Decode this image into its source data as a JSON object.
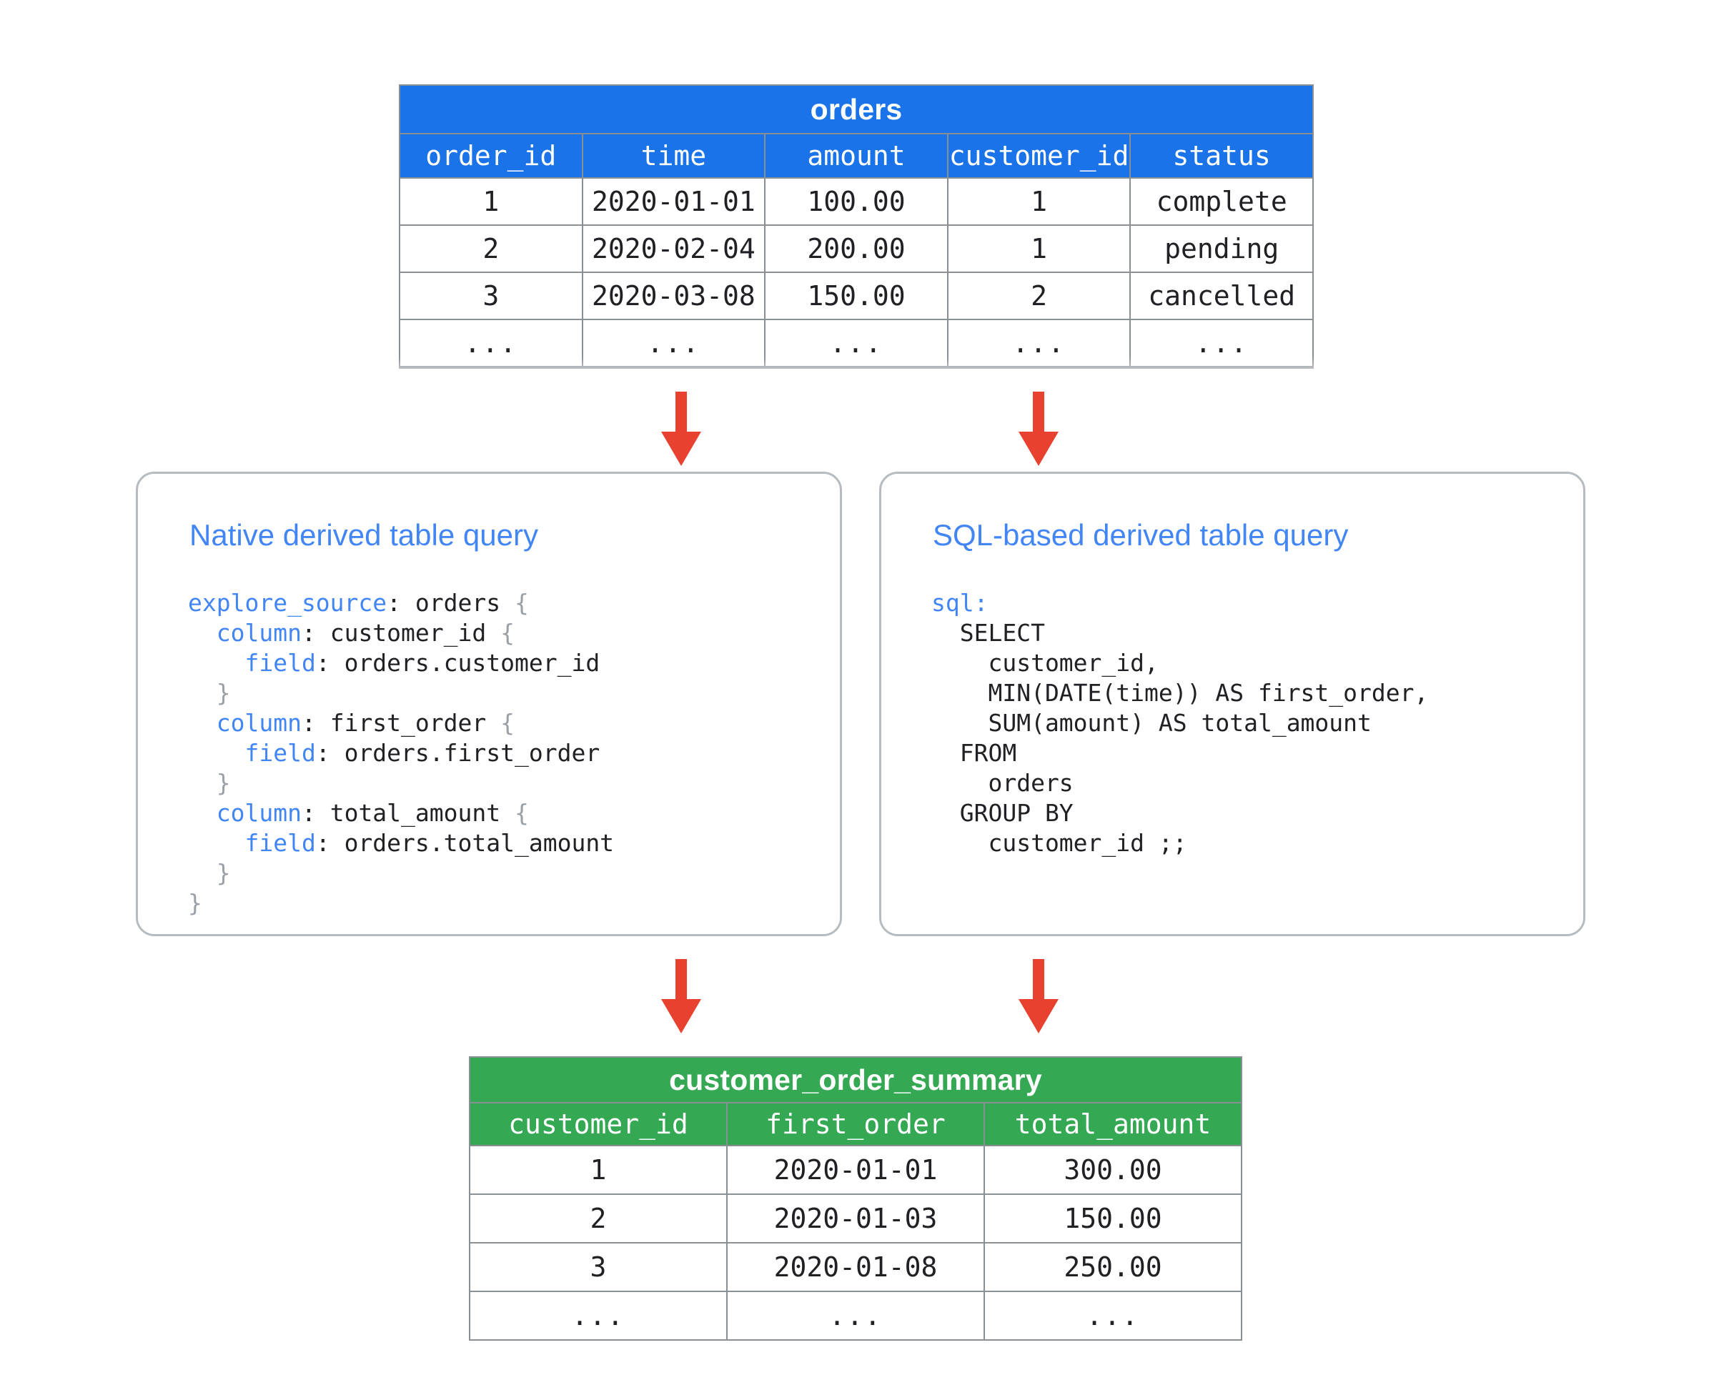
{
  "diagram": {
    "title_semantic": "looker-derived-table-flow",
    "colors": {
      "source_table_header": "#1a73e8",
      "result_table_header": "#34a853",
      "arrow": "#e8412f",
      "panel_title": "#4285f4",
      "panel_border": "#b6bbbf",
      "code_keyword": "#4285f4",
      "code_text": "#202124",
      "table_border": "#8a8f94"
    }
  },
  "source_table": {
    "title": "orders",
    "columns": [
      "order_id",
      "time",
      "amount",
      "customer_id",
      "status"
    ],
    "rows": [
      [
        "1",
        "2020-01-01",
        "100.00",
        "1",
        "complete"
      ],
      [
        "2",
        "2020-02-04",
        "200.00",
        "1",
        "pending"
      ],
      [
        "3",
        "2020-03-08",
        "150.00",
        "2",
        "cancelled"
      ],
      [
        "...",
        "...",
        "...",
        "...",
        "..."
      ],
      [
        "",
        "",
        "",
        "",
        ""
      ]
    ]
  },
  "result_table": {
    "title": "customer_order_summary",
    "columns": [
      "customer_id",
      "first_order",
      "total_amount"
    ],
    "rows": [
      [
        "1",
        "2020-01-01",
        "300.00"
      ],
      [
        "2",
        "2020-01-03",
        "150.00"
      ],
      [
        "3",
        "2020-01-08",
        "250.00"
      ],
      [
        "...",
        "...",
        "..."
      ]
    ]
  },
  "panels": [
    {
      "id": "native",
      "title": "Native derived table query",
      "code_lines": [
        [
          {
            "t": "explore_source",
            "c": "kw"
          },
          {
            "t": ": orders ",
            "c": ""
          },
          {
            "t": "{",
            "c": "brace"
          }
        ],
        [
          {
            "t": "  ",
            "c": ""
          },
          {
            "t": "column",
            "c": "kw"
          },
          {
            "t": ": customer_id ",
            "c": ""
          },
          {
            "t": "{",
            "c": "brace"
          }
        ],
        [
          {
            "t": "    ",
            "c": ""
          },
          {
            "t": "field",
            "c": "kw"
          },
          {
            "t": ": orders.customer_id",
            "c": ""
          }
        ],
        [
          {
            "t": "  ",
            "c": ""
          },
          {
            "t": "}",
            "c": "brace"
          }
        ],
        [
          {
            "t": "  ",
            "c": ""
          },
          {
            "t": "column",
            "c": "kw"
          },
          {
            "t": ": first_order ",
            "c": ""
          },
          {
            "t": "{",
            "c": "brace"
          }
        ],
        [
          {
            "t": "    ",
            "c": ""
          },
          {
            "t": "field",
            "c": "kw"
          },
          {
            "t": ": orders.first_order",
            "c": ""
          }
        ],
        [
          {
            "t": "  ",
            "c": ""
          },
          {
            "t": "}",
            "c": "brace"
          }
        ],
        [
          {
            "t": "  ",
            "c": ""
          },
          {
            "t": "column",
            "c": "kw"
          },
          {
            "t": ": total_amount ",
            "c": ""
          },
          {
            "t": "{",
            "c": "brace"
          }
        ],
        [
          {
            "t": "    ",
            "c": ""
          },
          {
            "t": "field",
            "c": "kw"
          },
          {
            "t": ": orders.total_amount",
            "c": ""
          }
        ],
        [
          {
            "t": "  ",
            "c": ""
          },
          {
            "t": "}",
            "c": "brace"
          }
        ],
        [
          {
            "t": "}",
            "c": "brace"
          }
        ]
      ],
      "code_plain": "explore_source: orders {\n  column: customer_id {\n    field: orders.customer_id\n  }\n  column: first_order {\n    field: orders.first_order\n  }\n  column: total_amount {\n    field: orders.total_amount\n  }\n}"
    },
    {
      "id": "sql",
      "title": "SQL-based derived table query",
      "code_lines": [
        [
          {
            "t": "sql:",
            "c": "kw"
          }
        ],
        [
          {
            "t": "  SELECT",
            "c": ""
          }
        ],
        [
          {
            "t": "    customer_id,",
            "c": ""
          }
        ],
        [
          {
            "t": "    MIN(DATE(time)) AS first_order,",
            "c": ""
          }
        ],
        [
          {
            "t": "    SUM(amount) AS total_amount",
            "c": ""
          }
        ],
        [
          {
            "t": "  FROM",
            "c": ""
          }
        ],
        [
          {
            "t": "    orders",
            "c": ""
          }
        ],
        [
          {
            "t": "  GROUP BY",
            "c": ""
          }
        ],
        [
          {
            "t": "    customer_id ;;",
            "c": ""
          }
        ]
      ],
      "code_plain": "sql:\n  SELECT\n    customer_id,\n    MIN(DATE(time)) AS first_order,\n    SUM(amount) AS total_amount\n  FROM\n    orders\n  GROUP BY\n    customer_id ;;"
    }
  ],
  "arrows": [
    {
      "name": "orders-to-native",
      "from": "orders",
      "to": "native-derived-table-query"
    },
    {
      "name": "orders-to-sql",
      "from": "orders",
      "to": "sql-based-derived-table-query"
    },
    {
      "name": "native-to-summary",
      "from": "native-derived-table-query",
      "to": "customer_order_summary"
    },
    {
      "name": "sql-to-summary",
      "from": "sql-based-derived-table-query",
      "to": "customer_order_summary"
    }
  ]
}
